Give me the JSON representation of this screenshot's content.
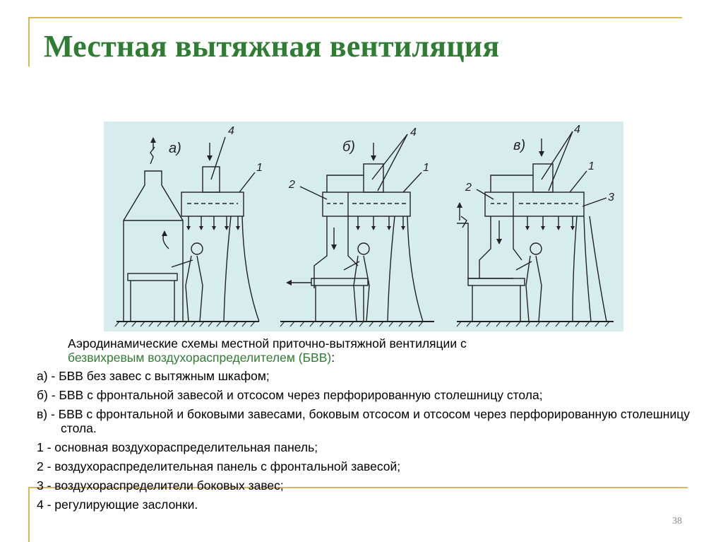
{
  "title": "Местная вытяжная вентиляция",
  "figure": {
    "panel_labels": [
      "а)",
      "б)",
      "в)"
    ],
    "callouts": {
      "a": [
        "4",
        "1"
      ],
      "b": [
        "4",
        "1",
        "2"
      ],
      "v": [
        "4",
        "1",
        "2",
        "3"
      ]
    }
  },
  "caption": {
    "intro_prefix": "Аэродинамические схемы местной приточно-вытяжной вентиляции с",
    "intro_highlight": "безвихревым воздухораспределителем (БВВ)",
    "intro_suffix": ":",
    "items": [
      "а) - БВВ без завес с вытяжным шкафом;",
      "б) - БВВ с фронтальной завесой и отсосом через перфорированную столешницу стола;",
      "в) - БВВ с фронтальной и боковыми завесами, боковым отсосом и отсосом через перфорированную столешницу стола.",
      "1 - основная воздухораспределительная панель;",
      "2 - воздухораспределительная панель с фронтальной завесой;",
      "3 - воздухораспределители боковых завес;",
      "4 - регулирующие заслонки."
    ]
  },
  "page_number": "38",
  "colors": {
    "title": "#2e7d32",
    "highlight": "#2e7d32",
    "frame": "#d6b656",
    "figure_bg": "#d7ecec"
  }
}
